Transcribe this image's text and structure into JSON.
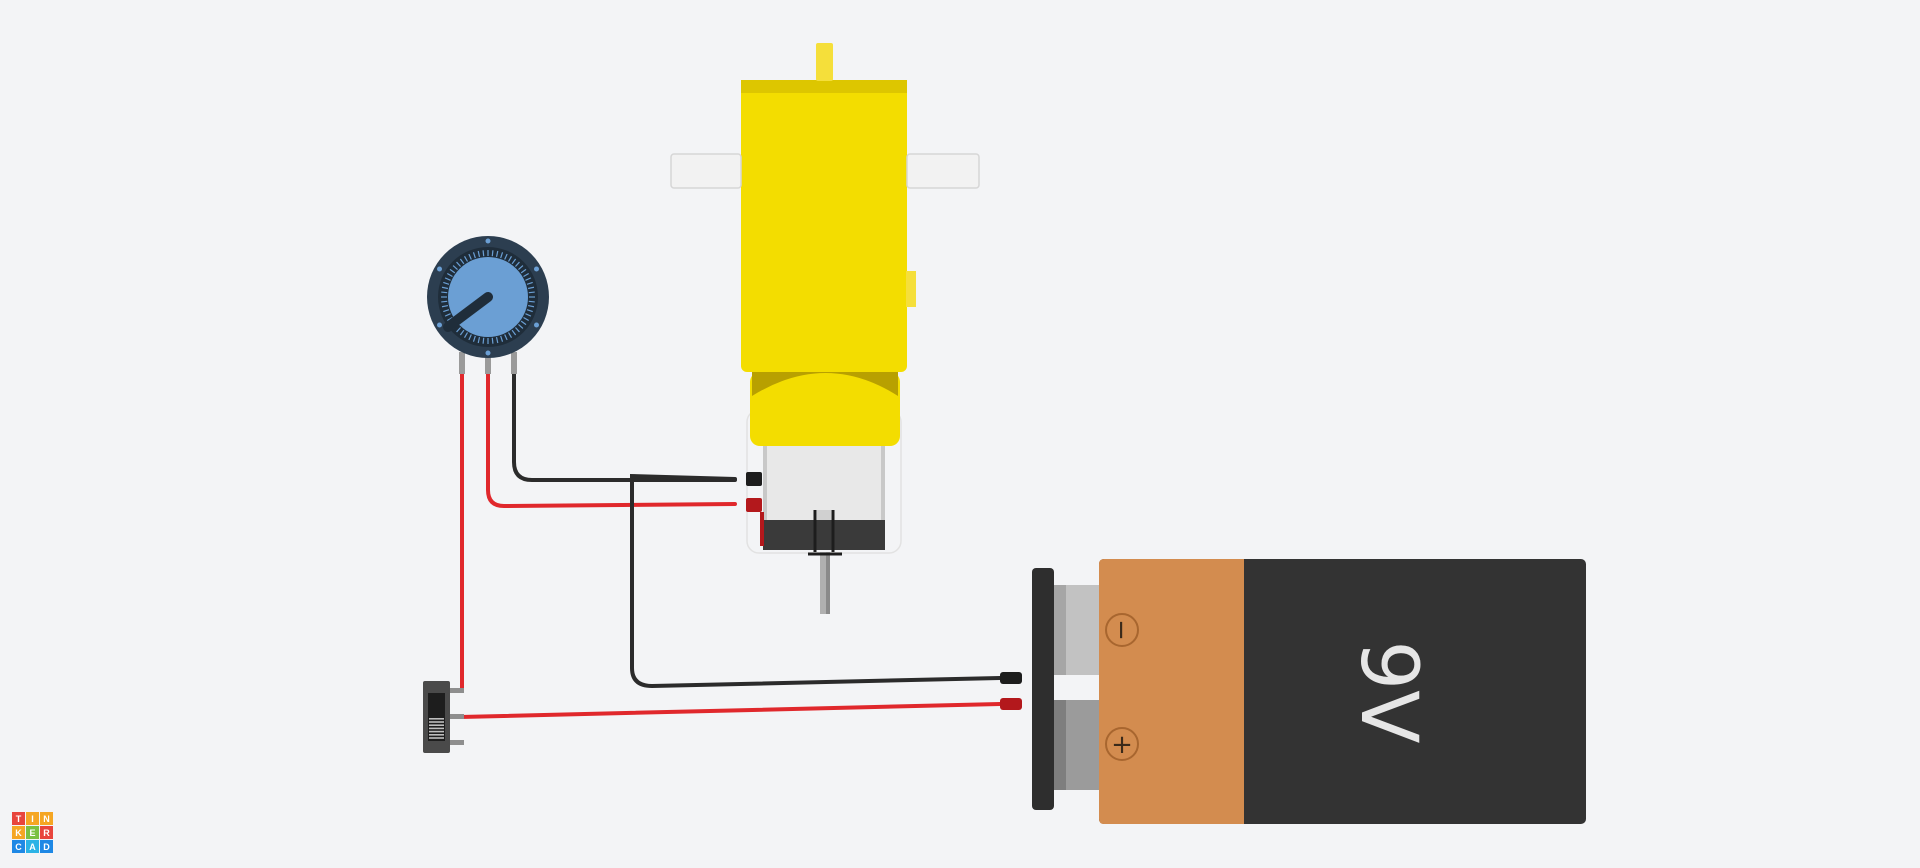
{
  "app": {
    "logo_letters": [
      "T",
      "I",
      "N",
      "K",
      "E",
      "R",
      "C",
      "A",
      "D"
    ],
    "logo_colors": [
      "#e8453c",
      "#f5a623",
      "#f5a623",
      "#f5a623",
      "#7ac142",
      "#e8453c",
      "#1e88e5",
      "#2bb3e6",
      "#1e88e5"
    ]
  },
  "components": {
    "battery": {
      "label": "9V",
      "minus": "−",
      "plus": "+"
    },
    "motor": {
      "body_color": "#f3dd00"
    },
    "potentiometer": {
      "knob_color": "#6b9fd4"
    },
    "switch": {}
  },
  "wire_colors": {
    "positive": "#e0282c",
    "negative": "#2b2b2b"
  }
}
